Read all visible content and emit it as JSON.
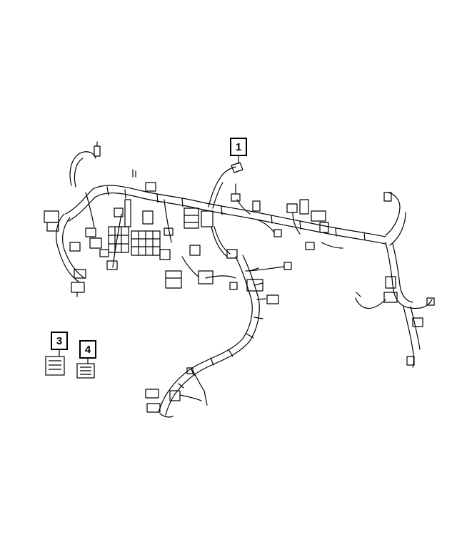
{
  "diagram": {
    "callouts": {
      "one": "1",
      "three": "3",
      "four": "4"
    },
    "colors": {
      "line": "#000000",
      "background": "#ffffff"
    }
  }
}
